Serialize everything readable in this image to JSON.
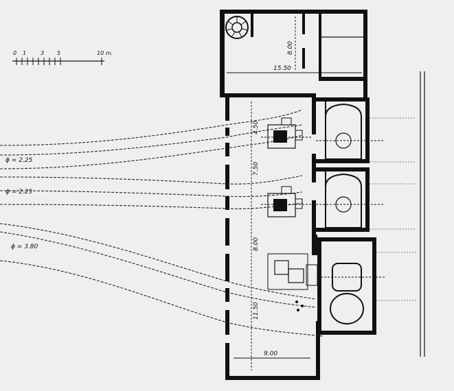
{
  "scale_bar": {
    "ticks": [
      "0",
      "1",
      "3",
      "5",
      "10 m."
    ]
  },
  "dimensions": {
    "top_width": "15.50",
    "top_depth": "8.00",
    "seg_1": "4.50",
    "seg_2": "7.50",
    "seg_3": "8.00",
    "seg_4": "11.50",
    "bottom_width": "9.00"
  },
  "pipes": [
    {
      "label": "ϕ = 2.25"
    },
    {
      "label": "ϕ = 2.25"
    },
    {
      "label": "ϕ = 3.80"
    }
  ],
  "colors": {
    "ink": "#111111",
    "paper": "#efefed"
  }
}
